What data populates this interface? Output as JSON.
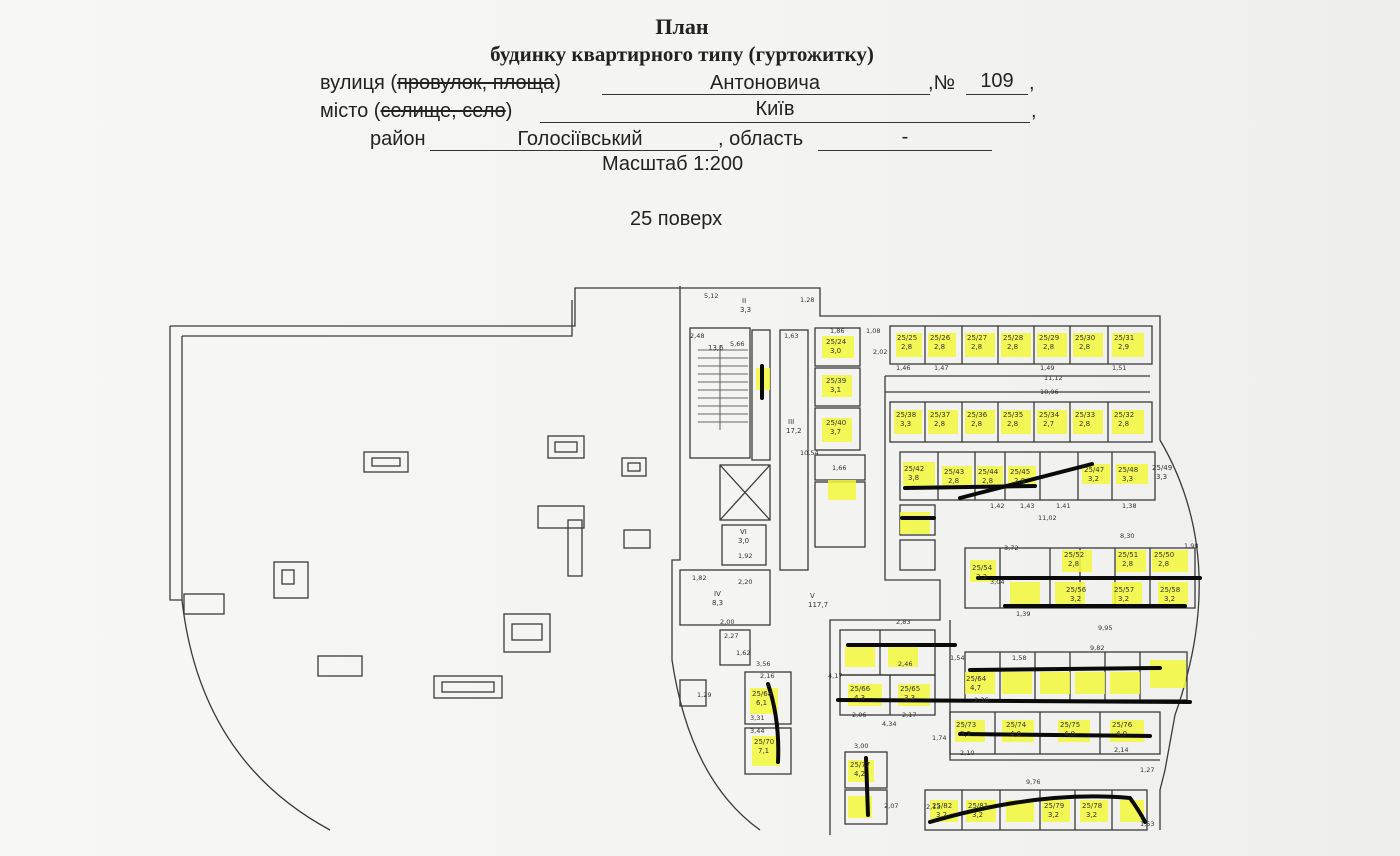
{
  "header": {
    "title": "План",
    "subtitle": "будинку квартирного типу (гуртожитку)",
    "street_label_a": "вулиця (",
    "street_label_strike": "провулок, площа",
    "street_label_b": ")",
    "street_value": "Антоновича",
    "number_label": ",№",
    "number_value": "109",
    "city_label_a": "місто (",
    "city_label_strike": "селище, село",
    "city_label_b": ")",
    "city_value": "Київ",
    "district_label": "район",
    "district_value": "Голосіївський",
    "region_label": ", область",
    "region_value": "-",
    "scale": "Масштаб 1:200",
    "floor": "25 поверх"
  },
  "plan": {
    "common_rooms": [
      {
        "id": "II",
        "area": "3,3"
      },
      {
        "id": "III",
        "area": "17,2"
      },
      {
        "id": "IV",
        "area": "8,3"
      },
      {
        "id": "V",
        "area": "117,7"
      },
      {
        "id": "VI",
        "area": "3,0"
      }
    ],
    "stair_area": "13,6",
    "rooms": [
      {
        "id": "25/24",
        "area": "3,0"
      },
      {
        "id": "25/39",
        "area": "3,1"
      },
      {
        "id": "25/40",
        "area": "3,7"
      },
      {
        "id": "25/25",
        "area": "2,8"
      },
      {
        "id": "25/26",
        "area": "2,8"
      },
      {
        "id": "25/27",
        "area": "2,8"
      },
      {
        "id": "25/28",
        "area": "2,8"
      },
      {
        "id": "25/29",
        "area": "2,8"
      },
      {
        "id": "25/30",
        "area": "2,8"
      },
      {
        "id": "25/31",
        "area": "2,9"
      },
      {
        "id": "25/38",
        "area": "3,3"
      },
      {
        "id": "25/37",
        "area": "2,8"
      },
      {
        "id": "25/36",
        "area": "2,8"
      },
      {
        "id": "25/35",
        "area": "2,8"
      },
      {
        "id": "25/34",
        "area": "2,7"
      },
      {
        "id": "25/33",
        "area": "2,8"
      },
      {
        "id": "25/32",
        "area": "2,8"
      },
      {
        "id": "25/42",
        "area": "3,8"
      },
      {
        "id": "25/43",
        "area": "2,8"
      },
      {
        "id": "25/44",
        "area": "2,8"
      },
      {
        "id": "25/45",
        "area": "2,8"
      },
      {
        "id": "25/47",
        "area": "3,2"
      },
      {
        "id": "25/48",
        "area": "3,3"
      },
      {
        "id": "25/49",
        "area": "3,3"
      },
      {
        "id": "25/52",
        "area": "2,8"
      },
      {
        "id": "25/51",
        "area": "2,8"
      },
      {
        "id": "25/50",
        "area": "2,8"
      },
      {
        "id": "25/54",
        "area": "3,3"
      },
      {
        "id": "25/56",
        "area": "3,2"
      },
      {
        "id": "25/57",
        "area": "3,2"
      },
      {
        "id": "25/58",
        "area": "3,2"
      },
      {
        "id": "25/64",
        "area": "4,7"
      },
      {
        "id": "25/66",
        "area": "4,3"
      },
      {
        "id": "25/65",
        "area": "3,3"
      },
      {
        "id": "25/68",
        "area": "6,1"
      },
      {
        "id": "25/70",
        "area": "7,1"
      },
      {
        "id": "25/73",
        "area": "3,2"
      },
      {
        "id": "25/74",
        "area": "4,0"
      },
      {
        "id": "25/75",
        "area": "4,0"
      },
      {
        "id": "25/76",
        "area": "4,0"
      },
      {
        "id": "25/77",
        "area": "4,2"
      },
      {
        "id": "25/82",
        "area": "3,2"
      },
      {
        "id": "25/81",
        "area": "3,2"
      },
      {
        "id": "25/79",
        "area": "3,2"
      },
      {
        "id": "25/78",
        "area": "3,2"
      }
    ],
    "dimensions": [
      "5,12",
      "1,28",
      "2,48",
      "1,63",
      "5,66",
      "10,96",
      "11,12",
      "10,54",
      "11,02",
      "8,30",
      "9,82",
      "9,76",
      "3,72",
      "2,83",
      "3,56",
      "2,16",
      "3,31",
      "3,44",
      "3,00",
      "1,92",
      "2,20",
      "2,00",
      "2,27",
      "1,82",
      "1,62",
      "1,29",
      "1,58",
      "1,54",
      "1,98",
      "1,86",
      "1,08",
      "2,02",
      "1,66",
      "4,34",
      "2,10",
      "2,46",
      "4,17",
      "3,04",
      "1,39",
      "9,95",
      "2,06",
      "2,17",
      "2,14",
      "2,36",
      "1,74",
      "1,27",
      "2,07",
      "2,13",
      "1,46",
      "1,47",
      "1,49",
      "1,51",
      "1,42",
      "1,43",
      "1,41",
      "1,38",
      "1,53"
    ]
  }
}
